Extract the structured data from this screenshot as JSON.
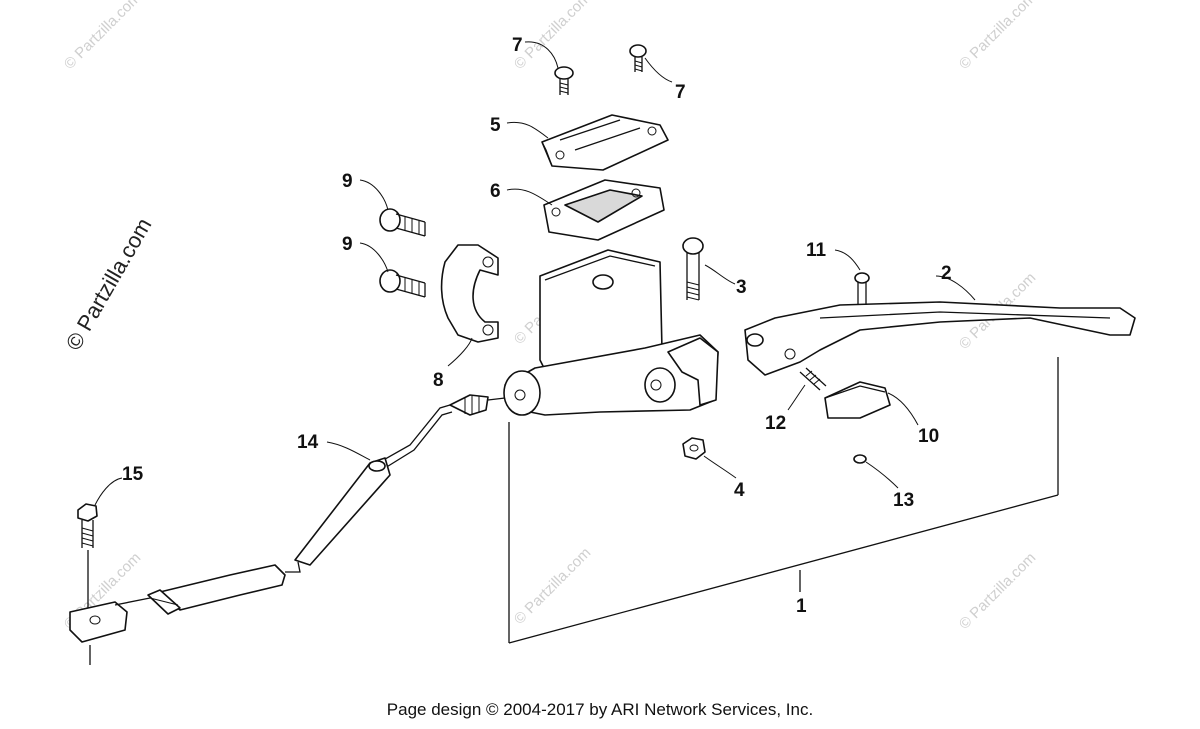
{
  "watermark": {
    "side_text": "© Partzilla.com",
    "small_text": "© Partzilla.com"
  },
  "callouts": {
    "c1": "1",
    "c2": "2",
    "c3": "3",
    "c4": "4",
    "c5": "5",
    "c6": "6",
    "c7a": "7",
    "c7b": "7",
    "c8": "8",
    "c9a": "9",
    "c9b": "9",
    "c10": "10",
    "c11": "11",
    "c12": "12",
    "c13": "13",
    "c14": "14",
    "c15": "15"
  },
  "footer": {
    "text": "Page design © 2004-2017 by ARI Network Services, Inc."
  }
}
